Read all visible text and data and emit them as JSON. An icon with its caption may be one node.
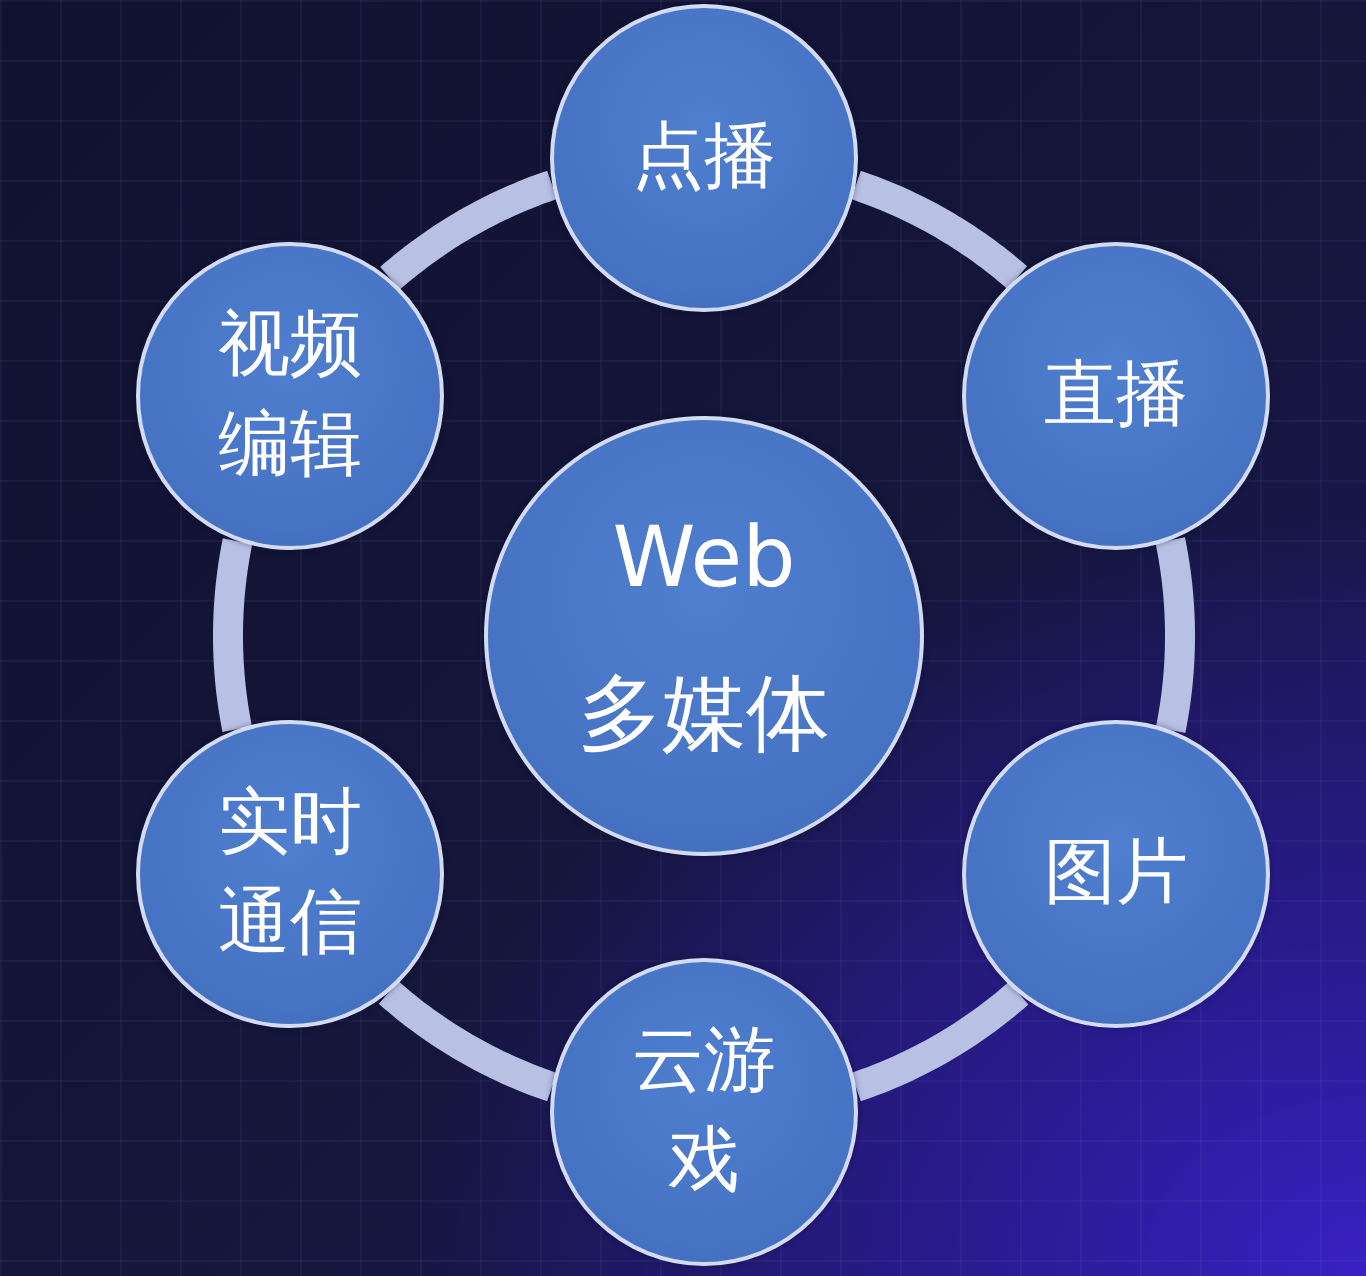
{
  "diagram": {
    "nodes": [
      {
        "text": [
          "Web 多媒体"
        ]
      },
      {
        "text": [
          "点播"
        ]
      },
      {
        "text": [
          "直播"
        ]
      },
      {
        "text": [
          "图片"
        ]
      },
      {
        "text": [
          "云游戏"
        ]
      },
      {
        "text": [
          "实时通信"
        ]
      },
      {
        "text": [
          "视频编辑"
        ]
      }
    ],
    "edges": [
      {
        "from": 1,
        "to": 2,
        "arrow": "none"
      },
      {
        "from": 2,
        "to": 3,
        "arrow": "none"
      },
      {
        "from": 3,
        "to": 4,
        "arrow": "none"
      },
      {
        "from": 4,
        "to": 5,
        "arrow": "none"
      },
      {
        "from": 5,
        "to": 6,
        "arrow": "none"
      },
      {
        "from": 6,
        "to": 1,
        "arrow": "none"
      }
    ]
  }
}
